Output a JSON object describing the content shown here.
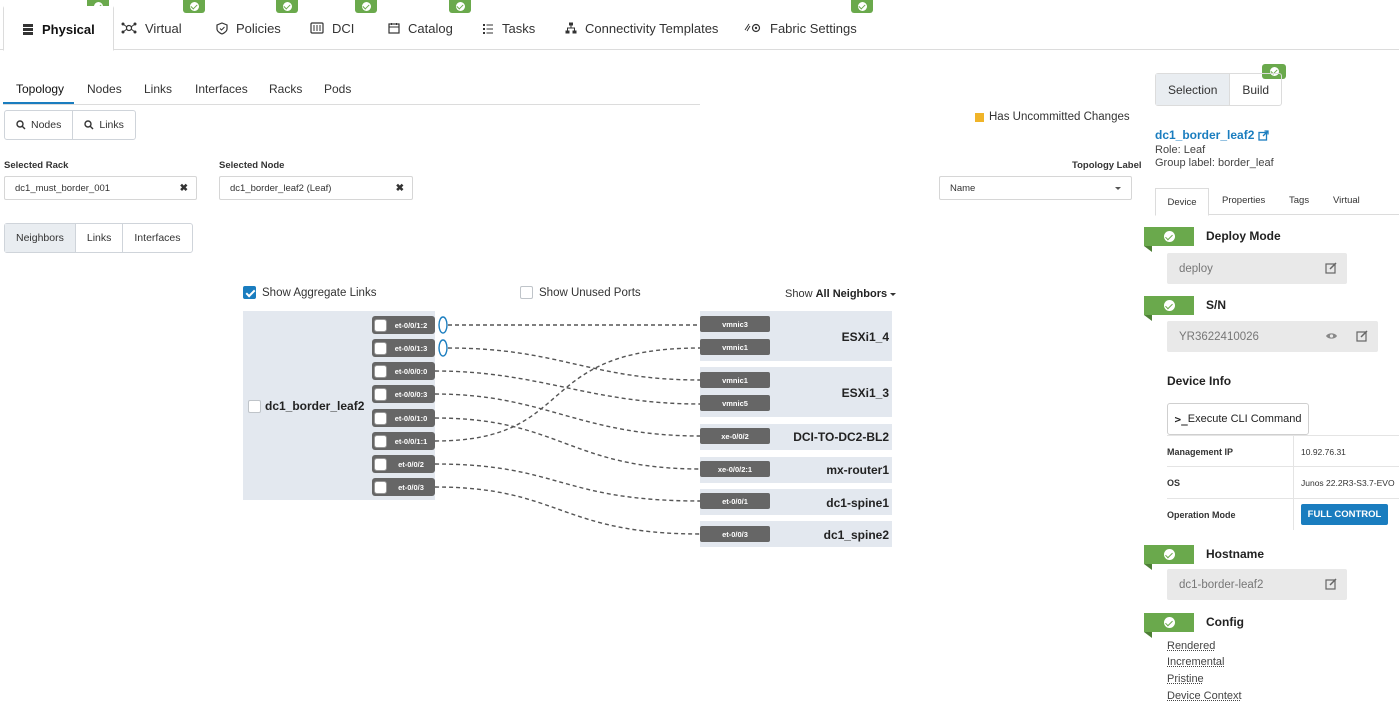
{
  "top_tabs": [
    {
      "label": "Physical",
      "icon": "server-icon"
    },
    {
      "label": "Virtual",
      "icon": "network-icon"
    },
    {
      "label": "Policies",
      "icon": "shield-icon"
    },
    {
      "label": "DCI",
      "icon": "datacenter-icon"
    },
    {
      "label": "Catalog",
      "icon": "calendar-icon"
    },
    {
      "label": "Tasks",
      "icon": "list-icon"
    },
    {
      "label": "Connectivity Templates",
      "icon": "hierarchy-icon"
    },
    {
      "label": "Fabric Settings",
      "icon": "settings-icon"
    }
  ],
  "sub_tabs": [
    "Topology",
    "Nodes",
    "Links",
    "Interfaces",
    "Racks",
    "Pods"
  ],
  "search_buttons": {
    "nodes": "Nodes",
    "links": "Links"
  },
  "uncommitted": "Has Uncommitted Changes",
  "filters": {
    "rack_label": "Selected Rack",
    "rack_value": "dc1_must_border_001",
    "node_label": "Selected Node",
    "node_value": "dc1_border_leaf2 (Leaf)",
    "topology_label": "Topology Label",
    "topology_value": "Name"
  },
  "view_buttons": [
    "Neighbors",
    "Links",
    "Interfaces"
  ],
  "options": {
    "aggregate": "Show Aggregate Links",
    "unused": "Show Unused Ports",
    "show": "Show",
    "neighbors": "All Neighbors"
  },
  "topology": {
    "node": "dc1_border_leaf2",
    "ports": [
      "et-0/0/1:2",
      "et-0/0/1:3",
      "et-0/0/0:0",
      "et-0/0/0:3",
      "et-0/0/1:0",
      "et-0/0/1:1",
      "et-0/0/2",
      "et-0/0/3"
    ],
    "neighbors": [
      {
        "name": "ESXi1_4",
        "ports": [
          "vmnic3",
          "vmnic1"
        ]
      },
      {
        "name": "ESXi1_3",
        "ports": [
          "vmnic1",
          "vmnic5"
        ]
      },
      {
        "name": "DCI-TO-DC2-BL2",
        "ports": [
          "xe-0/0/2"
        ]
      },
      {
        "name": "mx-router1",
        "ports": [
          "xe-0/0/2:1"
        ]
      },
      {
        "name": "dc1-spine1",
        "ports": [
          "et-0/0/1"
        ]
      },
      {
        "name": "dc1_spine2",
        "ports": [
          "et-0/0/3"
        ]
      }
    ]
  },
  "right_panel": {
    "tabs": [
      "Selection",
      "Build"
    ],
    "title": "dc1_border_leaf2",
    "role": "Role: Leaf",
    "group": "Group label: border_leaf",
    "detail_tabs": [
      "Device",
      "Properties",
      "Tags",
      "Virtual"
    ],
    "deploy_mode_title": "Deploy Mode",
    "deploy_mode": "deploy",
    "sn_title": "S/N",
    "sn": "YR3622410026",
    "device_info_title": "Device Info",
    "cli_button": "Execute CLI Command",
    "info": [
      {
        "k": "Management IP",
        "v": "10.92.76.31"
      },
      {
        "k": "OS",
        "v": "Junos 22.2R3-S3.7-EVO"
      },
      {
        "k": "Operation Mode",
        "v": "FULL CONTROL"
      }
    ],
    "hostname_title": "Hostname",
    "hostname": "dc1-border-leaf2",
    "config_title": "Config",
    "config_links": [
      "Rendered",
      "Incremental",
      "Pristine",
      "Device Context"
    ]
  },
  "colors": {
    "accent": "#1a7dbf",
    "ok": "#6aa94c",
    "uncommitted": "#f0b429"
  }
}
